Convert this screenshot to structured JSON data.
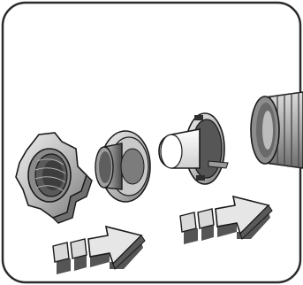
{
  "figure": {
    "kind": "assembly-illustration",
    "parts": [
      {
        "id": "lock-nut",
        "shape": "hexagonal-lobed-nut",
        "icon": "lock-nut-icon"
      },
      {
        "id": "adapter-ring",
        "shape": "flanged-ring",
        "icon": "adapter-ring-icon"
      },
      {
        "id": "light-module",
        "shape": "bulb-with-flange",
        "icon": "light-module-icon"
      },
      {
        "id": "threaded-housing",
        "shape": "threaded-pipe",
        "icon": "threaded-housing-icon"
      }
    ],
    "arrows": [
      {
        "id": "direction-arrow-1",
        "icon": "arrow-right-icon"
      },
      {
        "id": "direction-arrow-2",
        "icon": "arrow-right-icon"
      }
    ],
    "colors": {
      "frame": "#2b2b2b",
      "background": "#ffffff",
      "part_fill_light": "#d9d9d9",
      "part_fill_mid": "#a6a6a6",
      "part_fill_dark": "#555555",
      "outline": "#1a1a1a",
      "bulb": "#f2f2f2"
    }
  }
}
